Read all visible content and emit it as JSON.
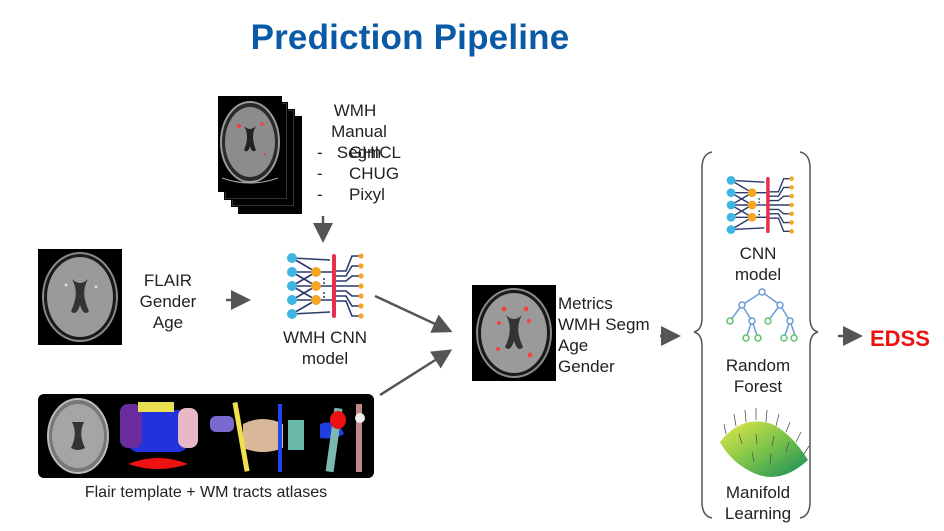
{
  "title": "Prediction Pipeline",
  "manual_segm": {
    "heading": [
      "WMH",
      "Manual Segm"
    ],
    "sources": [
      "GHICL",
      "CHUG",
      "Pixyl"
    ],
    "bullet": "-"
  },
  "inputs": {
    "lines": [
      "FLAIR",
      "Gender",
      "Age"
    ]
  },
  "wmh_cnn": {
    "lines": [
      "WMH CNN",
      "model"
    ]
  },
  "atlas": {
    "caption": "Flair template + WM tracts atlases"
  },
  "features": {
    "lines": [
      "Metrics",
      "WMH Segm",
      "Age",
      "Gender"
    ]
  },
  "models": [
    {
      "icon": "neural-network-icon",
      "lines": [
        "CNN",
        "model"
      ]
    },
    {
      "icon": "decision-tree-icon",
      "lines": [
        "Random",
        "Forest"
      ]
    },
    {
      "icon": "manifold-surface-icon",
      "lines": [
        "Manifold",
        "Learning"
      ]
    }
  ],
  "output": {
    "label": "EDSS",
    "color": "#ee1111"
  },
  "colors": {
    "title": "#0b5aa6",
    "arrow": "#555555",
    "nn_input": "#3fb6e2",
    "nn_hidden": "#f5a623",
    "nn_bar": "#e8304a",
    "nn_edges": "#2a3a6b",
    "tree_edges": "#6b9bd6",
    "tree_leaf": "#59c46b"
  }
}
